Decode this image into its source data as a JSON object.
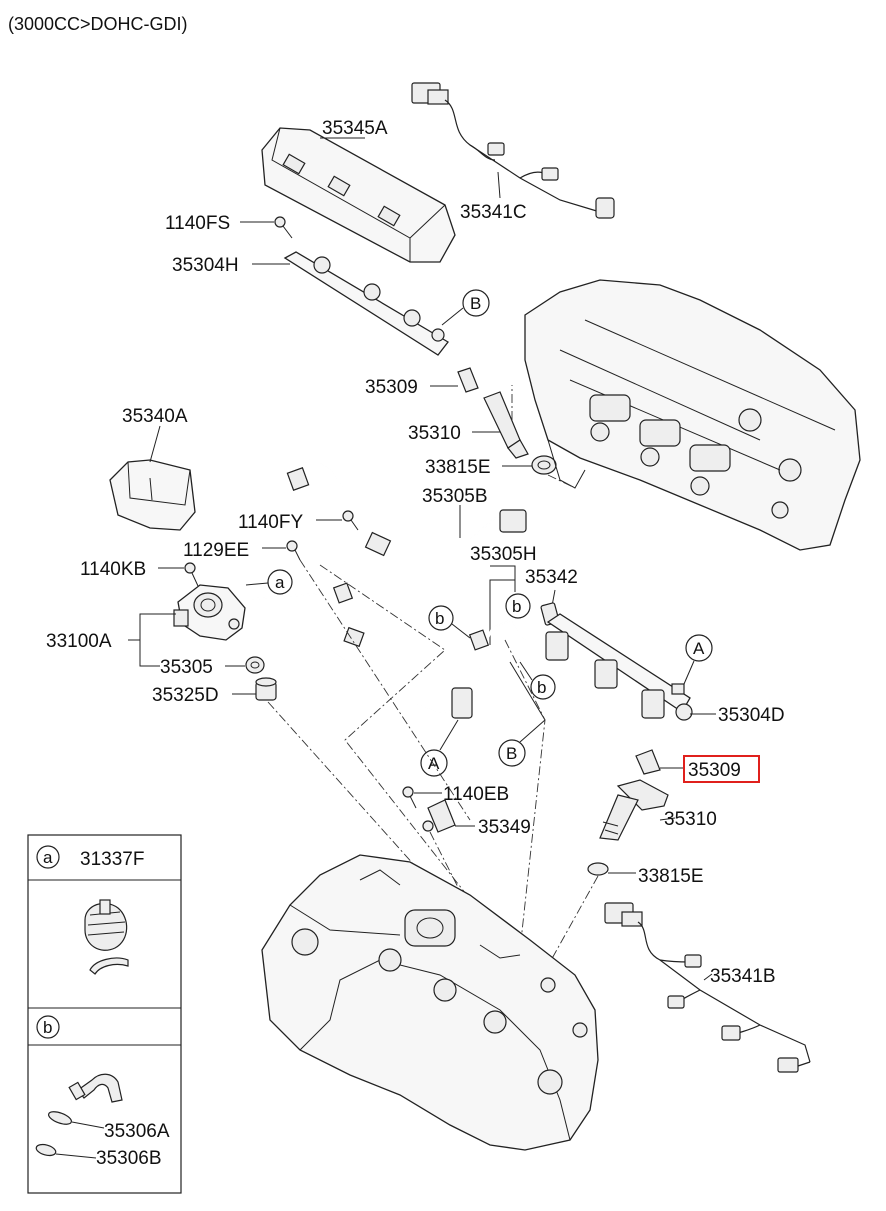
{
  "header": {
    "engine_spec": "(3000CC>DOHC-GDI)"
  },
  "labels": {
    "p35345A": "35345A",
    "p35341C": "35341C",
    "p1140FS": "1140FS",
    "p35304H": "35304H",
    "p35309_top": "35309",
    "p35310_top": "35310",
    "p33815E_top": "33815E",
    "p35340A": "35340A",
    "p35305B": "35305B",
    "p1140FY": "1140FY",
    "p1129EE": "1129EE",
    "p35305H": "35305H",
    "p1140KB": "1140KB",
    "p35342": "35342",
    "p33100A": "33100A",
    "p35305": "35305",
    "p35325D": "35325D",
    "p35304D": "35304D",
    "p35309_highlight": "35309",
    "p1140EB": "1140EB",
    "p35349": "35349",
    "p35310_bottom": "35310",
    "p33815E_bottom": "33815E",
    "p35341B": "35341B",
    "p31337F": "31337F",
    "p35306A": "35306A",
    "p35306B": "35306B"
  },
  "callouts": {
    "B": "B",
    "A": "A",
    "a": "a",
    "b": "b"
  },
  "highlight_color": "#e0201c"
}
